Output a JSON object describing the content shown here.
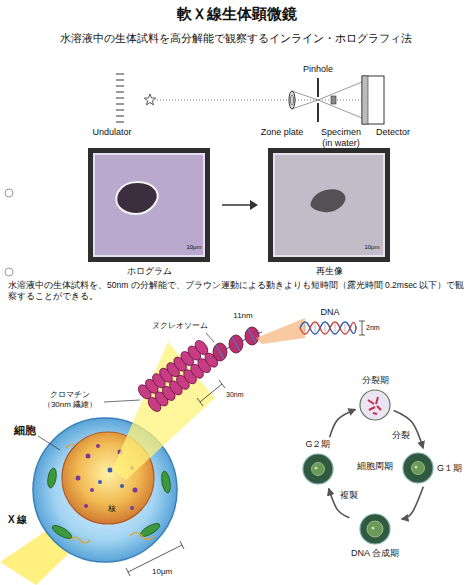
{
  "diagram": {
    "title": "軟Ｘ線生体顕微鏡",
    "nodes": [
      {
        "text": [
          "分裂期"
        ]
      },
      {
        "text": [
          "G２期"
        ]
      },
      {
        "text": [
          "G１期"
        ]
      },
      {
        "text": [
          "DNA 合成期"
        ]
      }
    ],
    "edges": [
      {
        "from": 0,
        "to": 2,
        "arrow": "to",
        "label": "分裂"
      },
      {
        "from": 2,
        "to": 3,
        "arrow": "to"
      },
      {
        "from": 3,
        "to": 1,
        "arrow": "to",
        "label": "複製"
      },
      {
        "from": 1,
        "to": 0,
        "arrow": "to"
      }
    ],
    "labels": [
      "水溶液中の生体試料を高分解能で観察するインライン・ホログラフィ法",
      "Undulator",
      "Pinhole",
      "Zone plate",
      "Specimen (in water)",
      "Detector",
      "10μm",
      "10μm",
      "ホログラム",
      "再生像",
      "水溶液中の生体試料を、50nm の分解能で、ブラウン運動による動きよりも短時間（露光時間 0.2msec 以下）で観察することができる。",
      "11nm",
      "DNA",
      "2nm",
      "ヌクレオソーム",
      "クロマチン（30nm 繊維）",
      "30nm",
      "細胞",
      "核",
      "X 線",
      "10μm",
      "細胞周期"
    ]
  }
}
